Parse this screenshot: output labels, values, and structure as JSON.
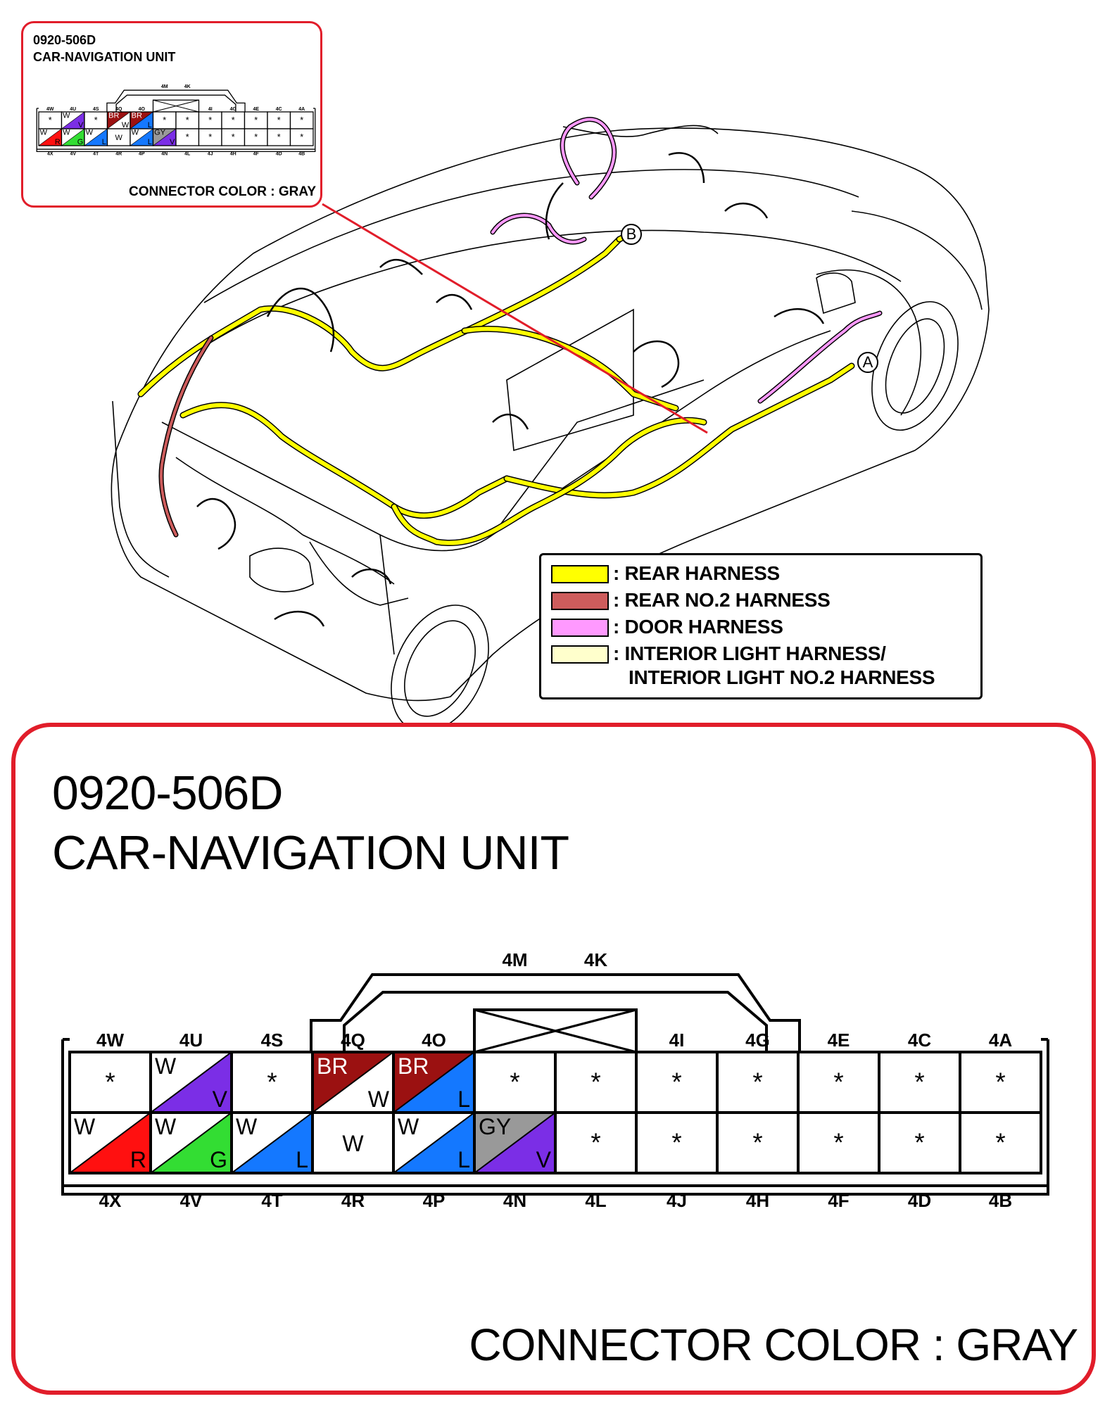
{
  "connector": {
    "code": "0920-506D",
    "name": "CAR-NAVIGATION UNIT",
    "color_label": "CONNECTOR COLOR : GRAY"
  },
  "legend": [
    {
      "label": ": REAR HARNESS",
      "color": "#ffff00"
    },
    {
      "label": ": REAR NO.2 HARNESS",
      "color": "#cd5c5c"
    },
    {
      "label": ": DOOR HARNESS",
      "color": "#ff99ff"
    },
    {
      "label": ": INTERIOR LIGHT HARNESS/",
      "label2": "INTERIOR LIGHT NO.2 HARNESS",
      "color": "#ffffcc"
    }
  ],
  "callouts": {
    "a": "A",
    "b": "B"
  },
  "key_labels": {
    "left": "4M",
    "right": "4K"
  },
  "pins_top": [
    {
      "id": "4W",
      "top": "*"
    },
    {
      "id": "4U",
      "top": "W",
      "bottom": "V",
      "c1": "#ffffff",
      "c2": "#7b2ee6"
    },
    {
      "id": "4S",
      "top": "*"
    },
    {
      "id": "4Q",
      "top": "BR",
      "bottom": "W",
      "c1": "#9b1111",
      "c2": "#ffffff"
    },
    {
      "id": "4O",
      "top": "BR",
      "bottom": "L",
      "c1": "#9b1111",
      "c2": "#1478ff"
    },
    {
      "id": "",
      "top": "*"
    },
    {
      "id": "",
      "top": "*"
    },
    {
      "id": "4I",
      "top": "*"
    },
    {
      "id": "4G",
      "top": "*"
    },
    {
      "id": "4E",
      "top": "*"
    },
    {
      "id": "4C",
      "top": "*"
    },
    {
      "id": "4A",
      "top": "*"
    }
  ],
  "pins_bottom": [
    {
      "id": "4X",
      "top": "W",
      "bottom": "R",
      "c1": "#ffffff",
      "c2": "#ff1010"
    },
    {
      "id": "4V",
      "top": "W",
      "bottom": "G",
      "c1": "#ffffff",
      "c2": "#33dd33"
    },
    {
      "id": "4T",
      "top": "W",
      "bottom": "L",
      "c1": "#ffffff",
      "c2": "#1478ff"
    },
    {
      "id": "4R",
      "top": "W"
    },
    {
      "id": "4P",
      "top": "W",
      "bottom": "L",
      "c1": "#ffffff",
      "c2": "#1478ff"
    },
    {
      "id": "4N",
      "top": "GY",
      "bottom": "V",
      "c1": "#999999",
      "c2": "#7b2ee6"
    },
    {
      "id": "4L",
      "top": "*"
    },
    {
      "id": "4J",
      "top": "*"
    },
    {
      "id": "4H",
      "top": "*"
    },
    {
      "id": "4F",
      "top": "*"
    },
    {
      "id": "4D",
      "top": "*"
    },
    {
      "id": "4B",
      "top": "*"
    }
  ]
}
